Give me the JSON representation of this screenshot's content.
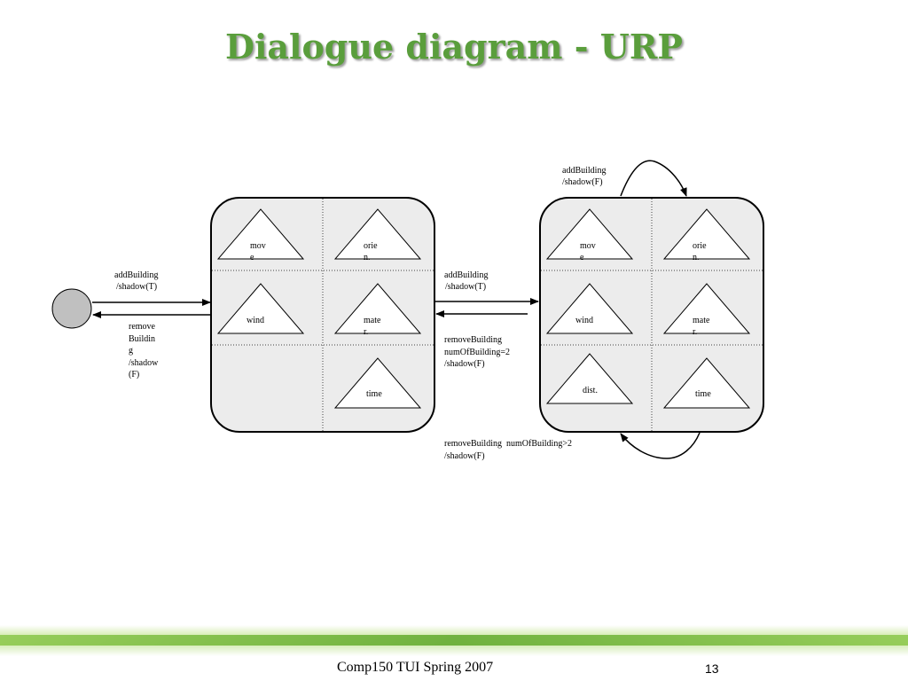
{
  "title": "Dialogue diagram - URP",
  "footer": {
    "course": "Comp150 TUI Spring 2007",
    "page": "13"
  },
  "colors": {
    "title": "#5a9e3c",
    "state_fill": "#ececec",
    "start_fill": "#c0c0c0",
    "band_light": "#c8e6a0",
    "band_dark": "#6fb33a"
  },
  "state1": {
    "cells": {
      "move": [
        "mov",
        "e"
      ],
      "orient": [
        "orie",
        "n."
      ],
      "wind": [
        "wind"
      ],
      "mater": [
        "mate",
        "r."
      ],
      "time": [
        "time"
      ]
    }
  },
  "state2": {
    "cells": {
      "move": [
        "mov",
        "e"
      ],
      "orient": [
        "orie",
        "n."
      ],
      "wind": [
        "wind"
      ],
      "mater": [
        "mate",
        "r."
      ],
      "dist": [
        "dist."
      ],
      "time": [
        "time"
      ]
    }
  },
  "transitions": {
    "start_add": [
      "addBuilding",
      "/shadow(T)"
    ],
    "start_remove": [
      "remove",
      "Buildin",
      "g",
      "/shadow",
      "(F)"
    ],
    "mid_add": [
      "addBuilding",
      "/shadow(T)"
    ],
    "mid_remove": [
      "removeBuilding",
      "numOfBuilding=2",
      "/shadow(F)"
    ],
    "loop_top": [
      "addBuilding",
      "/shadow(F)"
    ],
    "loop_bottom": [
      "removeBuilding  numOfBuilding>2",
      "/shadow(F)"
    ]
  }
}
